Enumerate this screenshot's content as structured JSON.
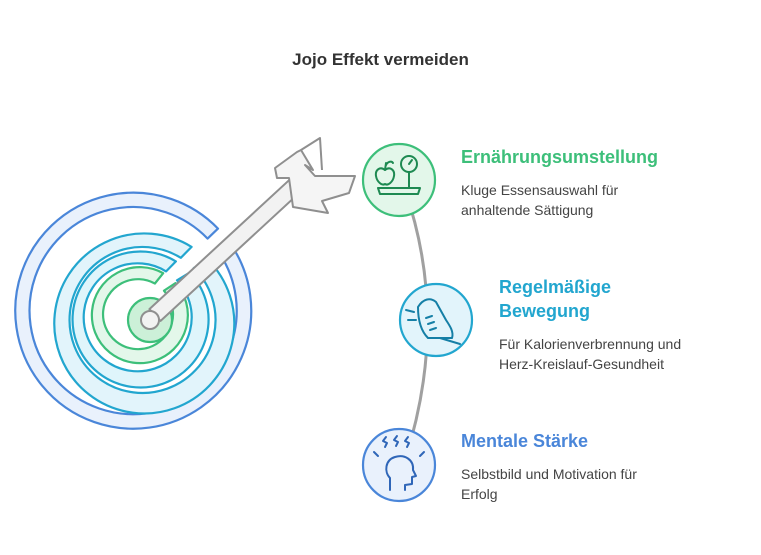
{
  "title": "Jojo Effekt vermeiden",
  "items": [
    {
      "title": "Ernährungsumstellung",
      "description_lines": [
        "Kluge Essensauswahl für",
        "anhaltende Sättigung"
      ],
      "color": "#3dbf7a",
      "icon": "apple-scale-icon"
    },
    {
      "title_lines": [
        "Regelmäßige",
        "Bewegung"
      ],
      "description_lines": [
        "Für Kalorienverbrennung und",
        "Herz-Kreislauf-Gesundheit"
      ],
      "color": "#22a6cf",
      "icon": "running-shoe-icon"
    },
    {
      "title": "Mentale Stärke",
      "description_lines": [
        "Selbstbild und Motivation für",
        "Erfolg"
      ],
      "color": "#4a86d9",
      "icon": "mind-head-icon"
    }
  ],
  "colors": {
    "target_outer": "#4a86d9",
    "target_middle": "#22a6cf",
    "target_inner": "#3dbf7a",
    "arrow": "#8f8f8f",
    "connector": "#a0a0a0"
  }
}
